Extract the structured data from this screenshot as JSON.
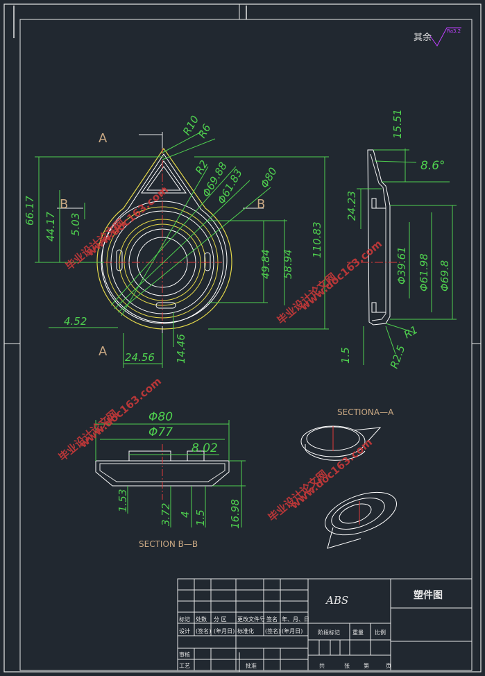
{
  "surface": {
    "label": "其余",
    "roughness": "Ra3.2"
  },
  "views": {
    "section_a_mark": "A",
    "section_b_mark": "B",
    "section_aa_title": "SECTIONA—A",
    "section_bb_title": "SECTION B—B"
  },
  "front_dims": [
    "R10",
    "R6",
    "R2",
    "Φ69.88",
    "Φ61.83",
    "Φ80",
    "66.17",
    "44.17",
    "5.03",
    "49.84",
    "58.94",
    "110.83",
    "4.52",
    "24.56",
    "14.46"
  ],
  "side_dims": [
    "15.51",
    "8.6°",
    "24.23",
    "Φ39.61",
    "Φ61.98",
    "Φ69.8",
    "R1",
    "R2.5",
    "1.5"
  ],
  "section_dims": [
    "Φ80",
    "Φ77",
    "8.02",
    "1.53",
    "3.72",
    "4",
    "1.5",
    "16.98"
  ],
  "watermarks": [
    "毕业设计论文网",
    "www.doc163.com"
  ],
  "title_block": {
    "material": "ABS",
    "drawing_title": "塑件图",
    "row_labels": [
      "标记",
      "处数",
      "分 区",
      "更改文件号",
      "签名",
      "年、月、日"
    ],
    "row2": [
      "设计",
      "(签名)",
      "(年月日)",
      "标准化",
      "(签名)",
      "(年月日)"
    ],
    "stage": [
      "阶段标记",
      "重量",
      "比例"
    ],
    "left": [
      "审核",
      "工艺",
      "批准"
    ],
    "bottom": [
      "共",
      "张",
      "第",
      "页"
    ]
  },
  "colors": {
    "background": "#212830",
    "dim": "#4fd14f",
    "outline": "#ffffff",
    "part": "#e4d84a",
    "center": "#e03a3a",
    "watermark": "#d23a3a"
  }
}
